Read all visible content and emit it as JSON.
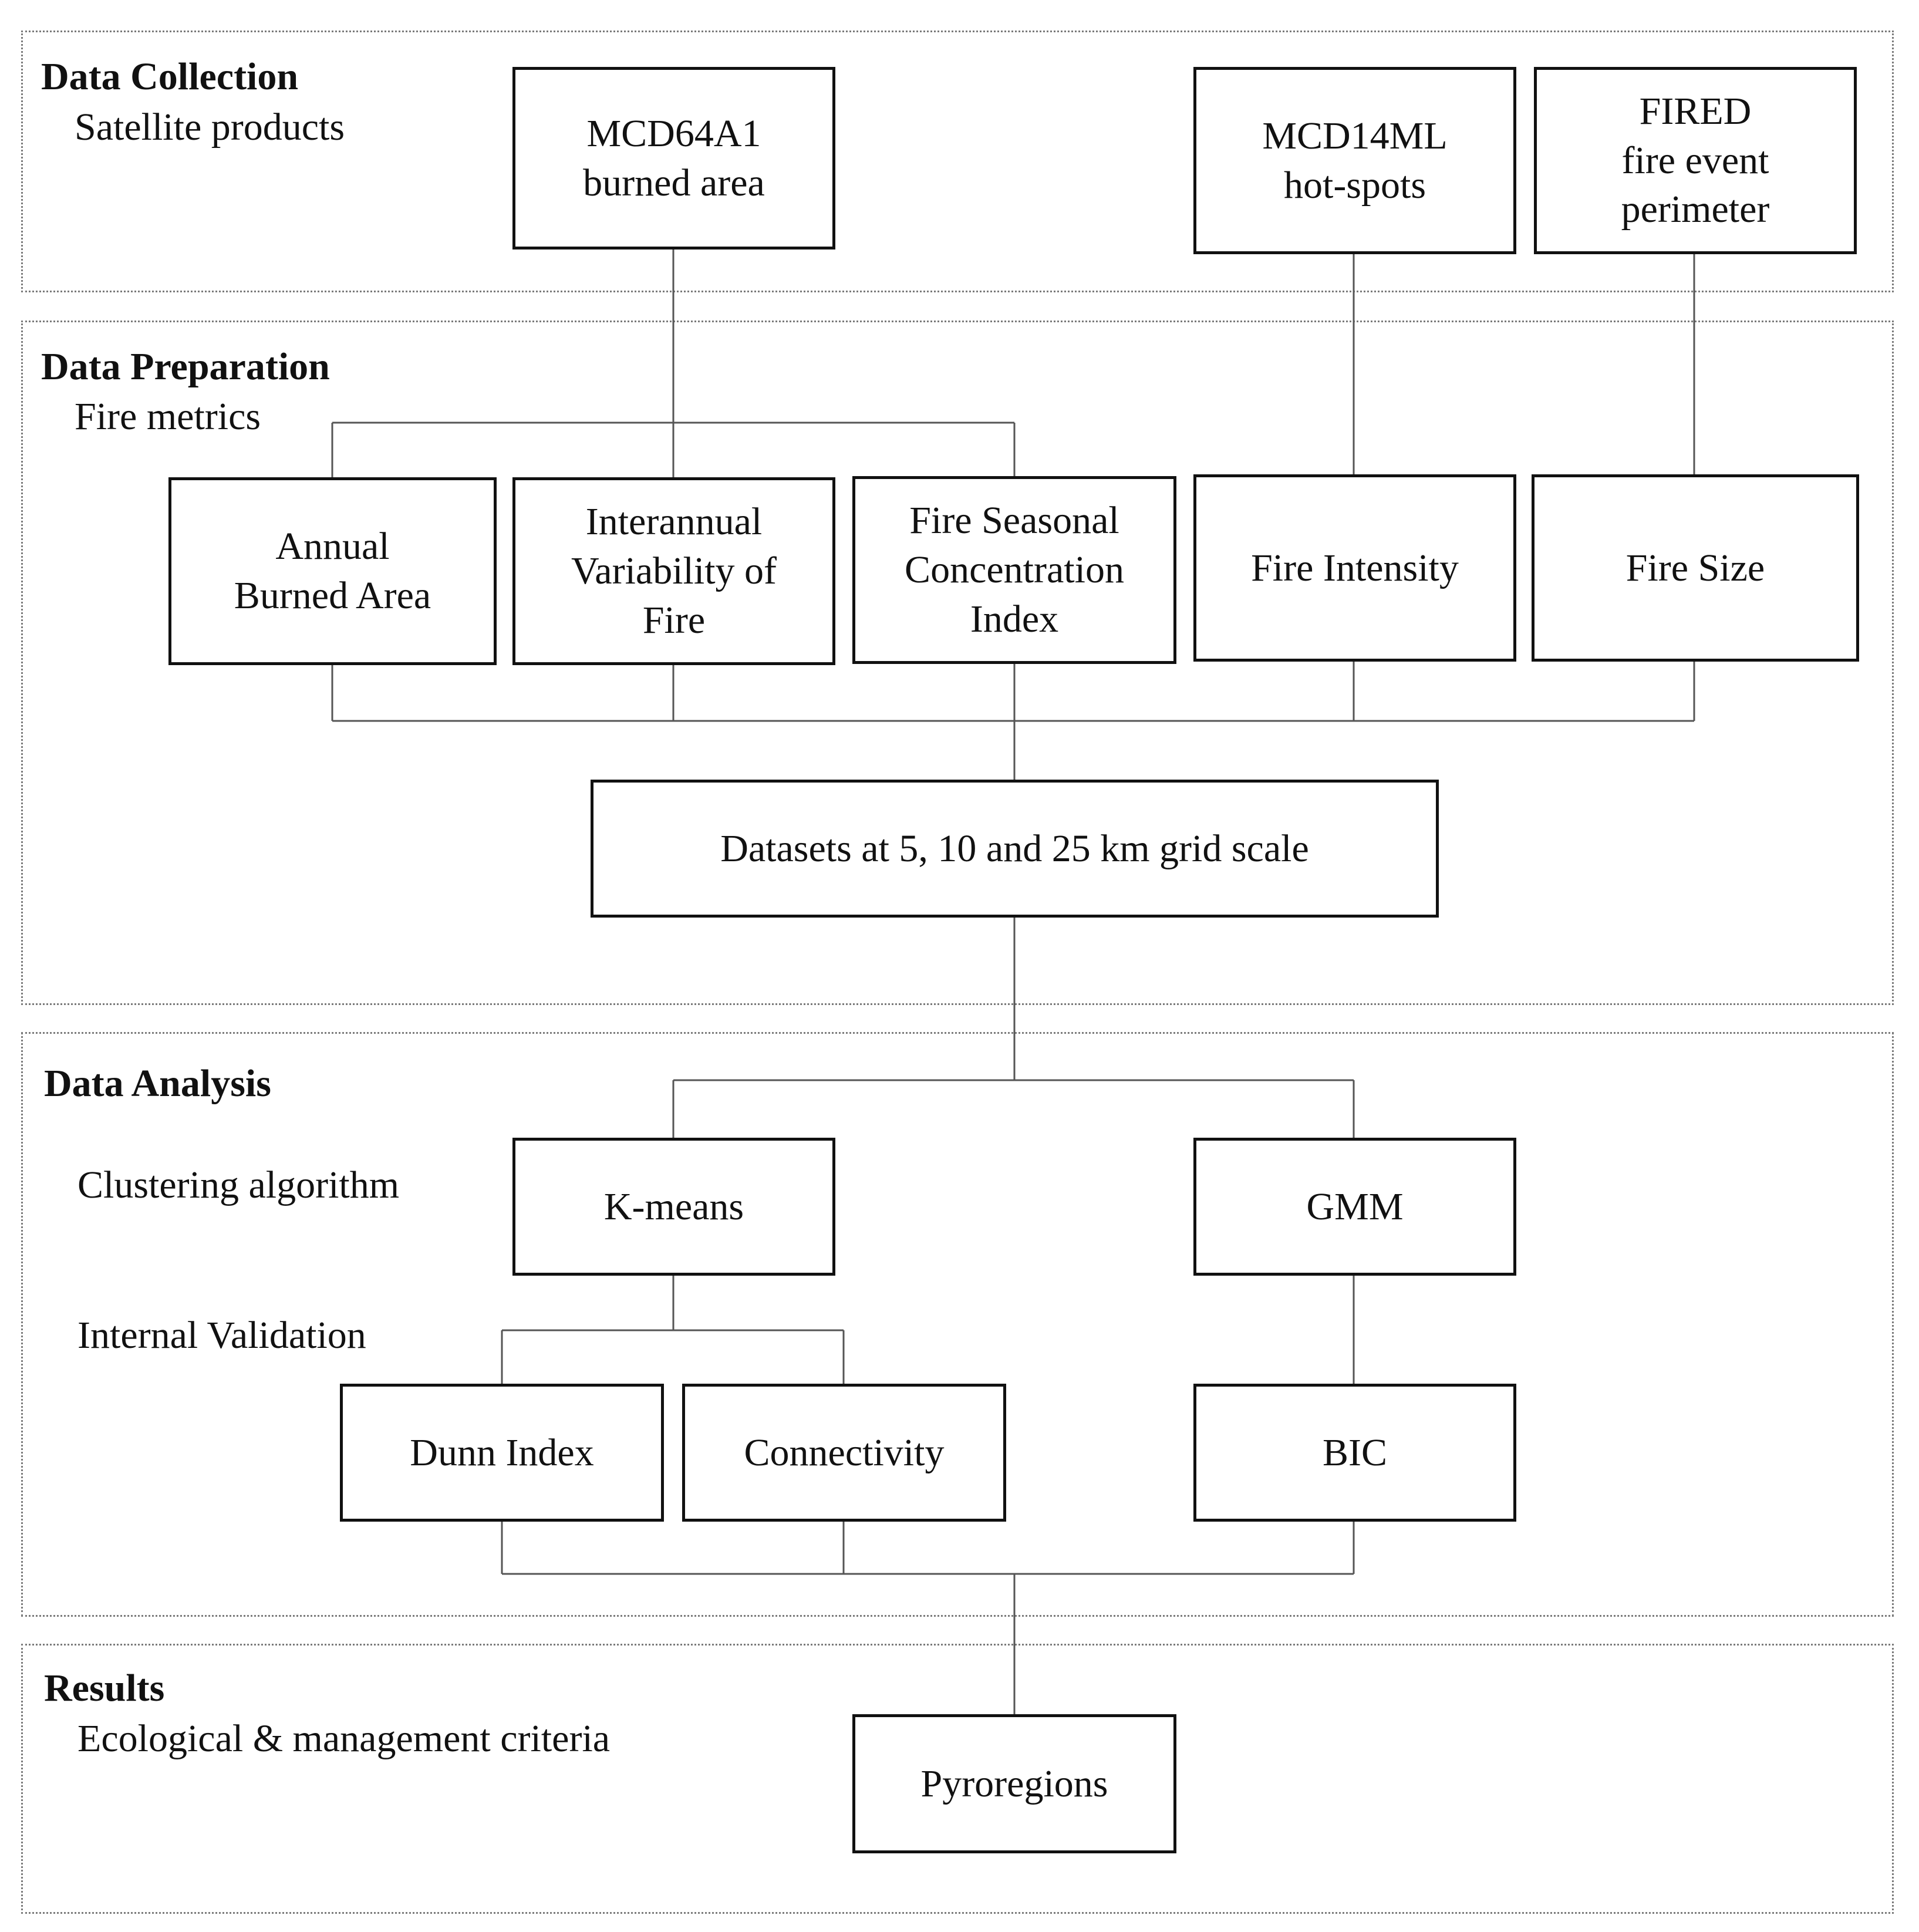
{
  "sections": {
    "collection": {
      "title": "Data Collection",
      "subtitle": "Satellite products"
    },
    "preparation": {
      "title": "Data Preparation",
      "subtitle": "Fire metrics"
    },
    "analysis": {
      "title": "Data Analysis",
      "clustering_label": "Clustering algorithm",
      "validation_label": "Internal Validation"
    },
    "results": {
      "title": "Results",
      "subtitle": "Ecological & management criteria"
    }
  },
  "boxes": {
    "mcd64a1": "MCD64A1\nburned area",
    "mcd14ml": "MCD14ML\nhot-spots",
    "fired": "FIRED\nfire event\nperimeter",
    "annual_burned_area": "Annual\nBurned Area",
    "interannual_variability": "Interannual\nVariability of\nFire",
    "seasonal_concentration": "Fire Seasonal\nConcentration\nIndex",
    "fire_intensity": "Fire Intensity",
    "fire_size": "Fire Size",
    "datasets": "Datasets at 5, 10 and 25 km grid scale",
    "kmeans": "K-means",
    "gmm": "GMM",
    "dunn_index": "Dunn  Index",
    "connectivity": "Connectivity",
    "bic": "BIC",
    "pyroregions": "Pyroregions"
  }
}
